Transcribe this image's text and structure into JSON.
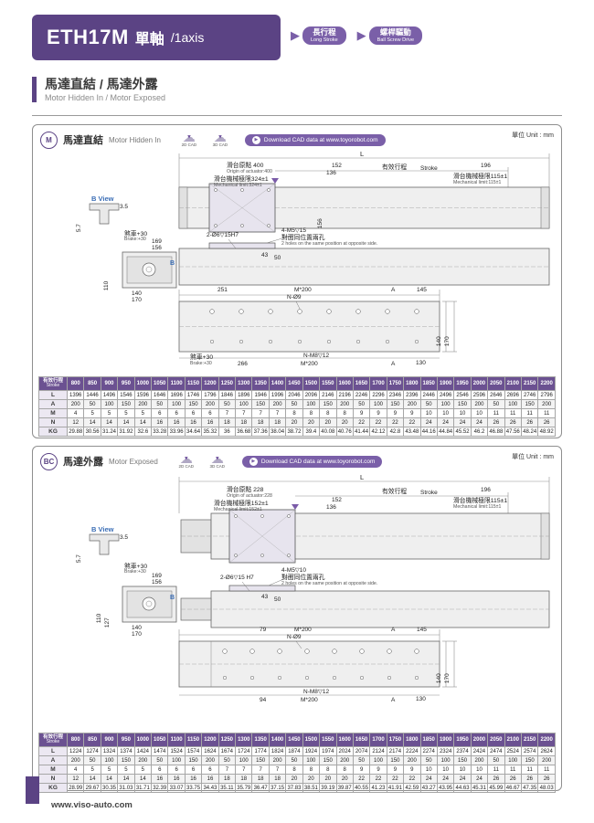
{
  "icons": {
    "badge_arrow": "▶",
    "cloud": "☁",
    "down_arrow": "▼",
    "play": "▶"
  },
  "page": {
    "footer_url": "www.viso-auto.com"
  },
  "header": {
    "model": "ETH17M",
    "axis_zh": "單軸",
    "axis_en": "/1axis",
    "badges": [
      {
        "zh": "長行程",
        "en": "Long Stroke"
      },
      {
        "zh": "螺桿驅動",
        "en": "Ball Screw Drive"
      }
    ]
  },
  "section": {
    "zh": "馬達直結 / 馬達外露",
    "en": "Motor Hidden In / Motor Exposed"
  },
  "panels": [
    {
      "badge": "M",
      "name_zh": "馬達直結",
      "name_en": "Motor Hidden In",
      "cad2d": "2D CAD",
      "cad3d": "3D CAD",
      "download": "Download CAD data at www.toyorobot.com",
      "unit": "單位 Unit : mm",
      "ann": {
        "L": "L",
        "origin_zh": "滑台原點 400",
        "origin_en": "Origin of actuator:400",
        "limitL_zh": "滑台機械極限324±1",
        "limitL_en": "Mechanical limit:324±1",
        "d152": "152",
        "d136": "136",
        "stroke_zh": "有效行程",
        "stroke_en": "Stroke",
        "d196": "196",
        "limitR_zh": "滑台機械極限115±1",
        "limitR_en": "Mechanical limit:115±1",
        "d156_body": "156",
        "bview": "B View",
        "d35": "3.5",
        "d57": "5.7",
        "brake_zh": "煞車+30",
        "brake_en": "Brake:+30",
        "d169": "169",
        "d156": "156",
        "d110": "110",
        "bmark": "B",
        "d140": "140",
        "d170": "170",
        "dowel": "2-Ø6▽15H7",
        "m5": "4-M5▽15",
        "opp_zh": "對面同位置兩孔",
        "opp_en": "2 holes on the same position at opposite side.",
        "d43": "43",
        "d50": "50",
        "d251": "251",
        "m200a": "M*200",
        "A1": "A",
        "d145": "145",
        "no9": "N-Ø9",
        "d140r": "140",
        "d170r": "170",
        "brake2_zh": "煞車+30",
        "brake2_en": "Brake:+30",
        "d266": "266",
        "nm8": "N-M8▽12",
        "m200b": "M*200",
        "A2": "A",
        "d130": "130"
      },
      "table": {
        "header_zh": "有效行程",
        "header_en": "Stroke",
        "strokes": [
          "800",
          "850",
          "900",
          "950",
          "1000",
          "1050",
          "1100",
          "1150",
          "1200",
          "1250",
          "1300",
          "1350",
          "1400",
          "1450",
          "1500",
          "1550",
          "1600",
          "1650",
          "1700",
          "1750",
          "1800",
          "1850",
          "1900",
          "1950",
          "2000",
          "2050",
          "2100",
          "2150",
          "2200"
        ],
        "rows": [
          {
            "label": "L",
            "values": [
              "1396",
              "1446",
              "1496",
              "1546",
              "1596",
              "1646",
              "1696",
              "1746",
              "1796",
              "1846",
              "1896",
              "1946",
              "1996",
              "2046",
              "2096",
              "2146",
              "2196",
              "2246",
              "2296",
              "2346",
              "2396",
              "2446",
              "2496",
              "2546",
              "2596",
              "2646",
              "2696",
              "2746",
              "2796"
            ]
          },
          {
            "label": "A",
            "values": [
              "200",
              "50",
              "100",
              "150",
              "200",
              "50",
              "100",
              "150",
              "200",
              "50",
              "100",
              "150",
              "200",
              "50",
              "100",
              "150",
              "200",
              "50",
              "100",
              "150",
              "200",
              "50",
              "100",
              "150",
              "200",
              "50",
              "100",
              "150",
              "200"
            ]
          },
          {
            "label": "M",
            "values": [
              "4",
              "5",
              "5",
              "5",
              "5",
              "6",
              "6",
              "6",
              "6",
              "7",
              "7",
              "7",
              "7",
              "8",
              "8",
              "8",
              "8",
              "9",
              "9",
              "9",
              "9",
              "10",
              "10",
              "10",
              "10",
              "11",
              "11",
              "11",
              "11"
            ]
          },
          {
            "label": "N",
            "values": [
              "12",
              "14",
              "14",
              "14",
              "14",
              "16",
              "16",
              "16",
              "16",
              "18",
              "18",
              "18",
              "18",
              "20",
              "20",
              "20",
              "20",
              "22",
              "22",
              "22",
              "22",
              "24",
              "24",
              "24",
              "24",
              "26",
              "26",
              "26",
              "26"
            ]
          },
          {
            "label": "KG",
            "values": [
              "29.88",
              "30.56",
              "31.24",
              "31.92",
              "32.6",
              "33.28",
              "33.96",
              "34.64",
              "35.32",
              "36",
              "36.68",
              "37.36",
              "38.04",
              "38.72",
              "39.4",
              "40.08",
              "40.76",
              "41.44",
              "42.12",
              "42.8",
              "43.48",
              "44.16",
              "44.84",
              "45.52",
              "46.2",
              "46.88",
              "47.56",
              "48.24",
              "48.92"
            ]
          }
        ]
      }
    },
    {
      "badge": "BC",
      "name_zh": "馬達外露",
      "name_en": "Motor Exposed",
      "cad2d": "2D CAD",
      "cad3d": "3D CAD",
      "download": "Download CAD data at www.toyorobot.com",
      "unit": "單位 Unit : mm",
      "ann": {
        "L": "L",
        "origin_zh": "滑台原點 228",
        "origin_en": "Origin of actuator:228",
        "limitL_zh": "滑台機械極限152±1",
        "limitL_en": "Mechanical limit:152±1",
        "d152": "152",
        "d136": "136",
        "stroke_zh": "有效行程",
        "stroke_en": "Stroke",
        "d196": "196",
        "limitR_zh": "滑台機械極限115±1",
        "limitR_en": "Mechanical limit:115±1",
        "bview": "B View",
        "d35": "3.5",
        "d57": "5.7",
        "brake_zh": "煞車+30",
        "brake_en": "Brake:+30",
        "d169": "169",
        "d156": "156",
        "d110": "110",
        "d127": "127",
        "bmark": "B",
        "d140": "140",
        "d170": "170",
        "dowel": "2-Ø6▽15 H7",
        "m5": "4-M5▽10",
        "opp_zh": "對面同位置兩孔",
        "opp_en": "2 holes on the same position at opposite side.",
        "d43": "43",
        "d50": "50",
        "d79": "79",
        "m200a": "M*200",
        "A1": "A",
        "d145": "145",
        "no9": "N-Ø9",
        "d140r": "140",
        "d170r": "170",
        "d94": "94",
        "nm8": "N-M8▽12",
        "m200b": "M*200",
        "A2": "A",
        "d130": "130"
      },
      "table": {
        "header_zh": "有效行程",
        "header_en": "Stroke",
        "strokes": [
          "800",
          "850",
          "900",
          "950",
          "1000",
          "1050",
          "1100",
          "1150",
          "1200",
          "1250",
          "1300",
          "1350",
          "1400",
          "1450",
          "1500",
          "1550",
          "1600",
          "1650",
          "1700",
          "1750",
          "1800",
          "1850",
          "1900",
          "1950",
          "2000",
          "2050",
          "2100",
          "2150",
          "2200"
        ],
        "rows": [
          {
            "label": "L",
            "values": [
              "1224",
              "1274",
              "1324",
              "1374",
              "1424",
              "1474",
              "1524",
              "1574",
              "1624",
              "1674",
              "1724",
              "1774",
              "1824",
              "1874",
              "1924",
              "1974",
              "2024",
              "2074",
              "2124",
              "2174",
              "2224",
              "2274",
              "2324",
              "2374",
              "2424",
              "2474",
              "2524",
              "2574",
              "2624"
            ]
          },
          {
            "label": "A",
            "values": [
              "200",
              "50",
              "100",
              "150",
              "200",
              "50",
              "100",
              "150",
              "200",
              "50",
              "100",
              "150",
              "200",
              "50",
              "100",
              "150",
              "200",
              "50",
              "100",
              "150",
              "200",
              "50",
              "100",
              "150",
              "200",
              "50",
              "100",
              "150",
              "200"
            ]
          },
          {
            "label": "M",
            "values": [
              "4",
              "5",
              "5",
              "5",
              "5",
              "6",
              "6",
              "6",
              "6",
              "7",
              "7",
              "7",
              "7",
              "8",
              "8",
              "8",
              "8",
              "9",
              "9",
              "9",
              "9",
              "10",
              "10",
              "10",
              "10",
              "11",
              "11",
              "11",
              "11"
            ]
          },
          {
            "label": "N",
            "values": [
              "12",
              "14",
              "14",
              "14",
              "14",
              "16",
              "16",
              "16",
              "16",
              "18",
              "18",
              "18",
              "18",
              "20",
              "20",
              "20",
              "20",
              "22",
              "22",
              "22",
              "22",
              "24",
              "24",
              "24",
              "24",
              "26",
              "26",
              "26",
              "26"
            ]
          },
          {
            "label": "KG",
            "values": [
              "28.99",
              "29.67",
              "30.35",
              "31.03",
              "31.71",
              "32.39",
              "33.07",
              "33.75",
              "34.43",
              "35.11",
              "35.79",
              "36.47",
              "37.15",
              "37.83",
              "38.51",
              "39.19",
              "39.87",
              "40.55",
              "41.23",
              "41.91",
              "42.59",
              "43.27",
              "43.95",
              "44.63",
              "45.31",
              "45.99",
              "46.67",
              "47.35",
              "48.03"
            ]
          }
        ]
      }
    }
  ]
}
